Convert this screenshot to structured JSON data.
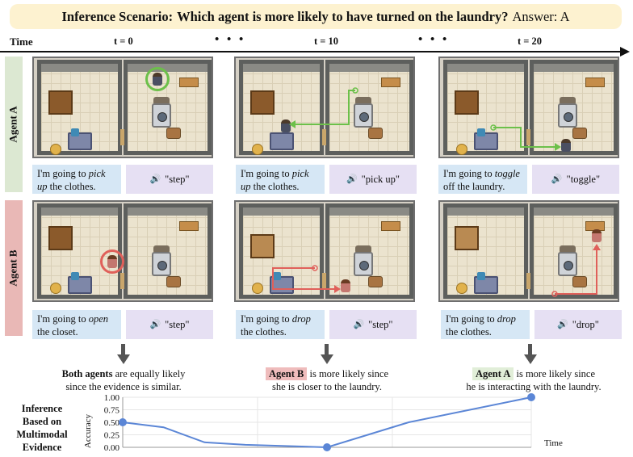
{
  "title": {
    "prefix": "Inference Scenario:",
    "question": "Which agent is more likely to have turned on the laundry?",
    "answer": "Answer: A"
  },
  "timeline": {
    "label": "Time",
    "steps": [
      "t = 0",
      "t = 10",
      "t = 20"
    ],
    "ellipsis": "• • •"
  },
  "agents": [
    {
      "label": "Agent A",
      "label_color": "#dce8d2",
      "frames": [
        {
          "thought_parts": [
            "I'm going to ",
            "pick up",
            " the clothes."
          ],
          "speech": "\"step\""
        },
        {
          "thought_parts": [
            "I'm going to ",
            "pick up",
            " the clothes."
          ],
          "speech": "\"pick up\""
        },
        {
          "thought_parts": [
            "I'm going to ",
            "toggle",
            " off the laundry."
          ],
          "speech": "\"toggle\""
        }
      ]
    },
    {
      "label": "Agent B",
      "label_color": "#e9b8b6",
      "frames": [
        {
          "thought_parts": [
            "I'm going to ",
            "open",
            " the closet."
          ],
          "speech": "\"step\""
        },
        {
          "thought_parts": [
            "I'm going to ",
            "drop",
            " the clothes."
          ],
          "speech": "\"step\""
        },
        {
          "thought_parts": [
            "I'm going to ",
            "drop",
            " the clothes."
          ],
          "speech": "\"drop\""
        }
      ]
    }
  ],
  "conclusions": [
    {
      "lead": "Both agents",
      "rest": " are equally likely",
      "line2": "since the evidence is similar."
    },
    {
      "lead": "Agent B",
      "rest": " is more likely since",
      "line2": "she is closer to the laundry."
    },
    {
      "lead": "Agent A",
      "rest": " is more likely since",
      "line2": "he is interacting with the laundry."
    }
  ],
  "inference_label": [
    "Inference",
    "Based on",
    "Multimodal",
    "Evidence"
  ],
  "colors": {
    "title_bg": "#fdf2d0",
    "agent_a": "#6cc04a",
    "agent_b": "#e0605a",
    "line": "#5b86d6",
    "thought_bg": "#d6e7f5",
    "speech_bg": "#e6e0f3"
  },
  "chart_data": {
    "type": "line",
    "ylabel": "Accuracy",
    "xlabel": "Time",
    "ylim": [
      0,
      1
    ],
    "yticks": [
      "0.00",
      "0.25",
      "0.50",
      "0.75",
      "1.00"
    ],
    "x": [
      0,
      2,
      4,
      6,
      10,
      14,
      20
    ],
    "values": [
      0.5,
      0.4,
      0.1,
      0.05,
      0.0,
      0.5,
      1.0
    ],
    "markers": [
      {
        "x": 0,
        "y": 0.5
      },
      {
        "x": 10,
        "y": 0.0
      },
      {
        "x": 20,
        "y": 1.0
      }
    ],
    "grid": true
  }
}
